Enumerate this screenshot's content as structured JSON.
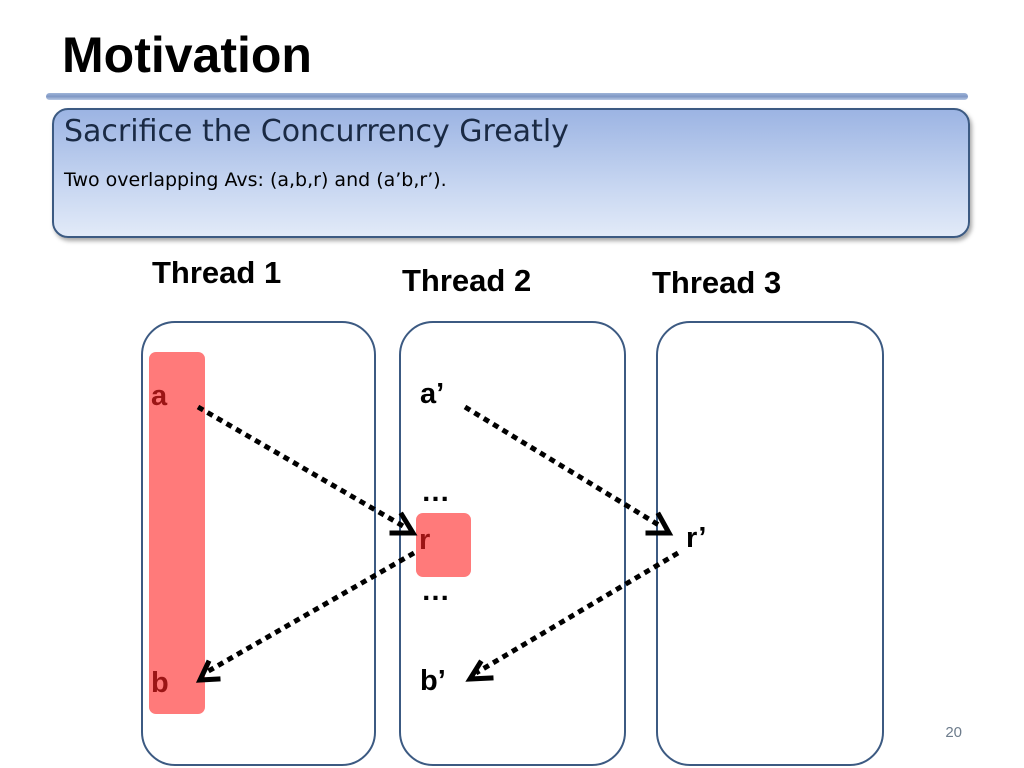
{
  "slide": {
    "title": "Motivation",
    "page_number": "20"
  },
  "callout": {
    "heading": "Sacrifice the Concurrency Greatly",
    "subtext": "Two overlapping Avs: (a,b,r) and (a’b,r’)."
  },
  "threads": [
    {
      "title": "Thread 1",
      "labels": {
        "a": "a",
        "b": "b"
      }
    },
    {
      "title": "Thread 2",
      "labels": {
        "a_prime": "a’",
        "ellipsis_top": "…",
        "r": "r",
        "ellipsis_bottom": "…",
        "b_prime": "b’"
      }
    },
    {
      "title": "Thread 3",
      "labels": {
        "r_prime": "r’"
      }
    }
  ],
  "colors": {
    "highlight": "#ff7a7a",
    "highlight_text": "#9b1515",
    "box_border": "#3c5a82",
    "callout_top": "#9cb4e3",
    "callout_bottom": "#e2eaf8"
  },
  "arrows": [
    {
      "from": "a",
      "to": "r",
      "style": "dotted"
    },
    {
      "from": "r",
      "to": "b",
      "style": "dotted"
    },
    {
      "from": "a’",
      "to": "r’",
      "style": "dotted"
    },
    {
      "from": "r’",
      "to": "b’",
      "style": "dotted"
    }
  ]
}
